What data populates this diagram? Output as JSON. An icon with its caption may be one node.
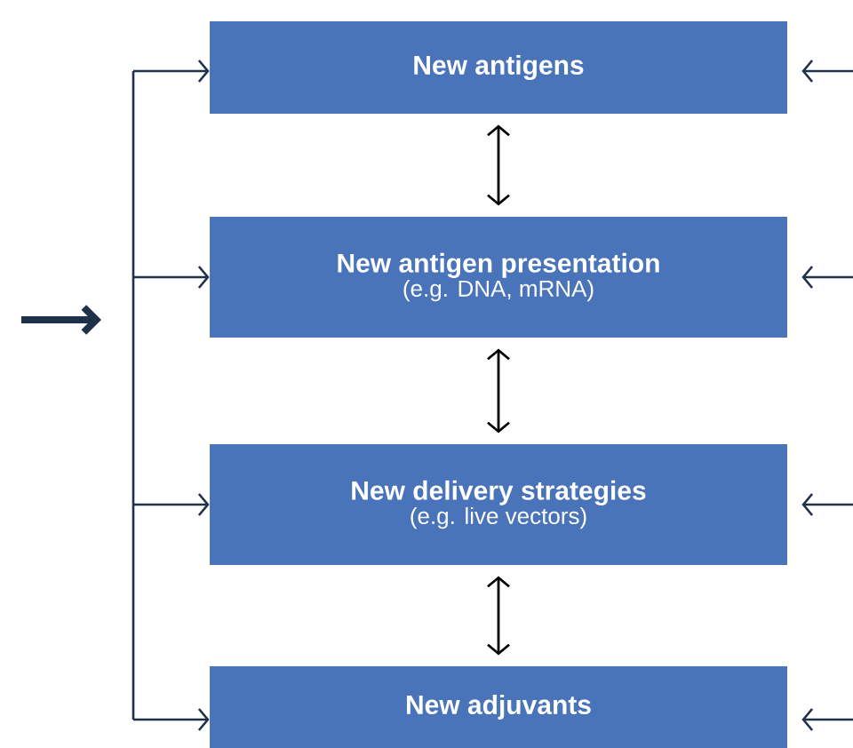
{
  "diagram": {
    "nodes": [
      {
        "text": [
          "New antigens"
        ]
      },
      {
        "text": [
          "New antigen presentation",
          "(e.g. DNA, mRNA)"
        ]
      },
      {
        "text": [
          "New delivery strategies",
          "(e.g. live vectors)"
        ]
      },
      {
        "text": [
          "New adjuvants"
        ]
      }
    ],
    "edges": [
      {
        "from": 0,
        "to": 1,
        "arrow": "both"
      },
      {
        "from": 1,
        "to": 2,
        "arrow": "both"
      },
      {
        "from": 2,
        "to": 3,
        "arrow": "both"
      },
      {
        "from": null,
        "to": 0,
        "arrow": "to"
      },
      {
        "from": null,
        "to": 1,
        "arrow": "to"
      },
      {
        "from": null,
        "to": 2,
        "arrow": "to"
      },
      {
        "from": null,
        "to": 3,
        "arrow": "to"
      },
      {
        "from": null,
        "to": 0,
        "arrow": "to"
      },
      {
        "from": null,
        "to": 1,
        "arrow": "to"
      },
      {
        "from": null,
        "to": 2,
        "arrow": "to"
      },
      {
        "from": null,
        "to": 3,
        "arrow": "to"
      }
    ]
  }
}
